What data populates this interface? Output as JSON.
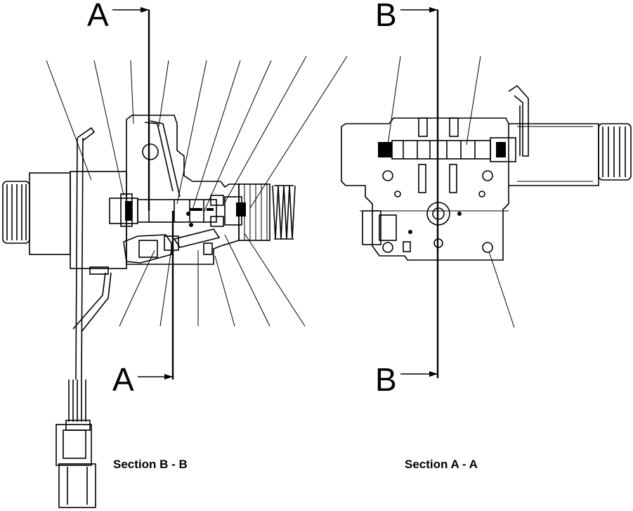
{
  "captions": {
    "left": "Section B - B",
    "right": "Section A - A"
  },
  "section_marks": {
    "a_top": "A",
    "a_bottom": "A",
    "b_top": "B",
    "b_bottom": "B"
  }
}
